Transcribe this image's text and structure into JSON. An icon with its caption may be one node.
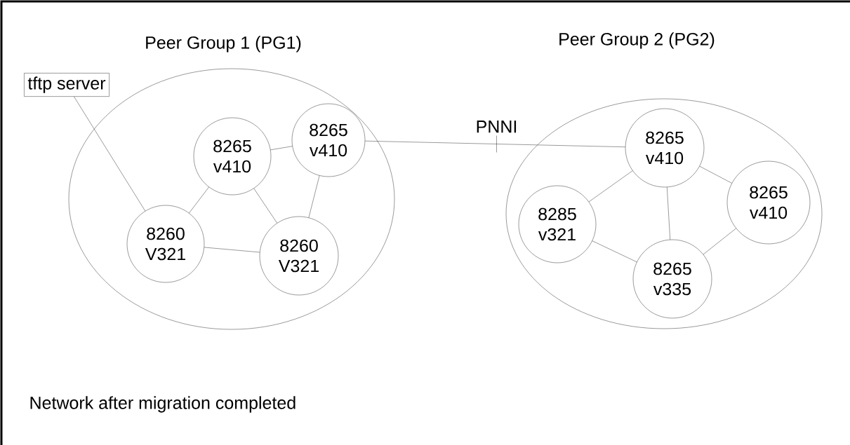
{
  "diagram": {
    "nodes": [
      {
        "text": [
          "Peer Group 1 (PG1)"
        ]
      },
      {
        "text": [
          "tftp server"
        ]
      },
      {
        "text": [
          "8265 v410"
        ],
        "in": 0
      },
      {
        "text": [
          "8265 v410"
        ],
        "in": 0
      },
      {
        "text": [
          "8260 V321"
        ],
        "in": 0
      },
      {
        "text": [
          "8260 V321"
        ],
        "in": 0
      },
      {
        "text": [
          "Peer Group 2 (PG2)"
        ]
      },
      {
        "text": [
          "8265 v410"
        ],
        "in": 6
      },
      {
        "text": [
          "8285 v321"
        ],
        "in": 6
      },
      {
        "text": [
          "8265 v410"
        ],
        "in": 6
      },
      {
        "text": [
          "8265 v335"
        ],
        "in": 6
      }
    ],
    "edges": [
      {
        "from": 1,
        "to": 4,
        "arrow": "none"
      },
      {
        "from": 2,
        "to": 3,
        "arrow": "none"
      },
      {
        "from": 2,
        "to": 4,
        "arrow": "none"
      },
      {
        "from": 2,
        "to": 5,
        "arrow": "none"
      },
      {
        "from": 3,
        "to": 5,
        "arrow": "none"
      },
      {
        "from": 4,
        "to": 5,
        "arrow": "none"
      },
      {
        "from": 3,
        "to": 7,
        "arrow": "none",
        "label": "PNNI"
      },
      {
        "from": 7,
        "to": 8,
        "arrow": "none"
      },
      {
        "from": 7,
        "to": 9,
        "arrow": "none"
      },
      {
        "from": 7,
        "to": 10,
        "arrow": "none"
      },
      {
        "from": 8,
        "to": 10,
        "arrow": "none"
      },
      {
        "from": 9,
        "to": 10,
        "arrow": "none"
      }
    ],
    "labels": [
      "Network after migration completed"
    ]
  }
}
